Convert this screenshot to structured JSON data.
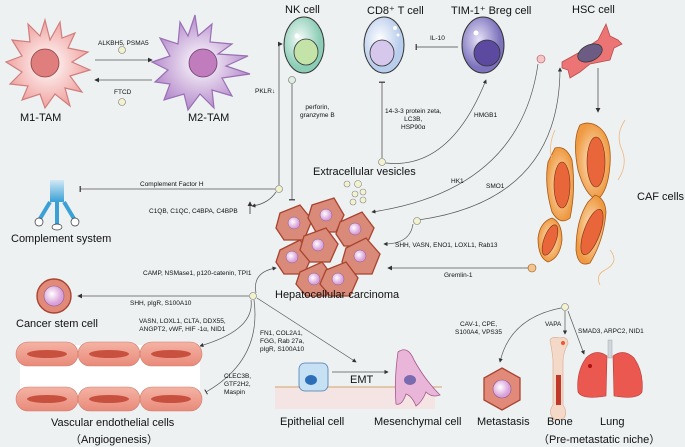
{
  "cells": {
    "m1_tam": "M1-TAM",
    "m2_tam": "M2-TAM",
    "nk_cell": "NK cell",
    "cd8_t_cell": "CD8⁺ T cell",
    "tim1_breg": "TIM-1⁺ Breg cell",
    "hsc_cell": "HSC cell",
    "caf_cells": "CAF cells",
    "complement_system": "Complement system",
    "extracellular_vesicles": "Extracellular vesicles",
    "hcc": "Hepatocellular carcinoma",
    "cancer_stem_cell": "Cancer stem cell",
    "vascular_endothelial": "Vascular endothelial cells",
    "angiogenesis": "（Angiogenesis）",
    "epithelial_cell": "Epithelial cell",
    "mesenchymal_cell": "Mesenchymal cell",
    "emt": "EMT",
    "metastasis": "Metastasis",
    "bone": "Bone",
    "lung": "Lung",
    "pre_metastatic": "（Pre-metastatic niche）"
  },
  "edges": {
    "alkbh5": "ALKBH5, PSMA5",
    "ftcd": "FTCD",
    "pklr": "PKLR↓",
    "perforin": "perforin,\ngranzyme B",
    "il10": "IL-10",
    "protein_zeta": "14-3-3 protein zeta,\nLC3B,\nHSP90α",
    "hmgb1": "HMGB1",
    "complement_factor_h": "Complement Factor H",
    "c1qb": "C1QB, C1QC, C4BPA, C4BPB",
    "hk1": "HK1",
    "smo1": "SMO1",
    "shh_vasn": "SHH, VASN, ENO1, LOXL1, Rab13",
    "gremlin": "Gremlin-1",
    "camp": "CAMP, NSMase1, p120-catenin, TPI1",
    "shh_pigr": "SHH, pIgR, S100A10",
    "vasn_loxl1": "VASN, LOXL1, CLTA, DDX55,\nANGPT2, vWF, HIF -1α, NID1",
    "clec3b": "CLEC3B,\nGTF2H2,\nMaspin",
    "fn1": "FN1, COL2A1,\nFGG, Rab 27a,\npIgR, S100A10",
    "cav1": "CAV-1, CPE,\nS100A4, VPS35",
    "vapa": "VAPA",
    "smad3": "SMAD3, ARPC2, NID1"
  },
  "colors": {
    "background": "#edf1f2",
    "hcc_fill": "#d98a78",
    "hcc_stroke": "#a8432f",
    "nucleus": "#e6b8e6",
    "caf": "#f1a04a",
    "caf_nucleus": "#e8663a",
    "vesicle": "#f3f2cf"
  }
}
